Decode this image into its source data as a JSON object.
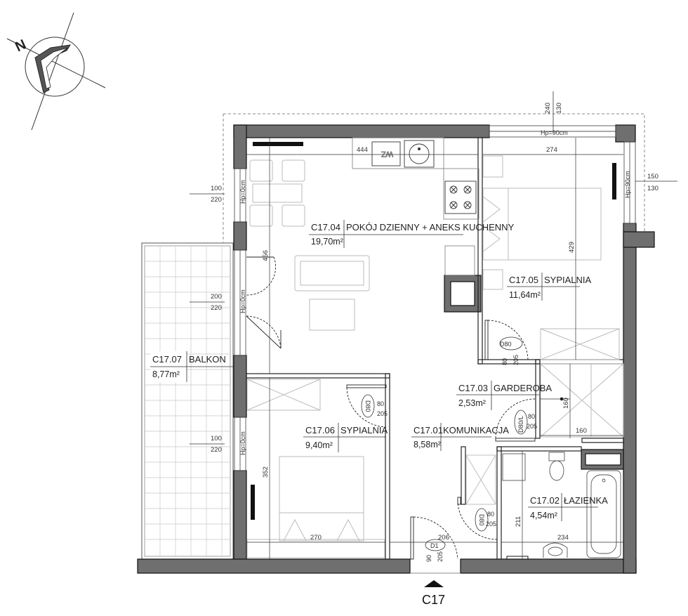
{
  "compass": {
    "label": "N"
  },
  "unit_code": "C17",
  "rooms": [
    {
      "id": "C17.04",
      "name": "POKÓJ DZIENNY + ANEKS KUCHENNY",
      "area": "19,70m²"
    },
    {
      "id": "C17.05",
      "name": "SYPIALNIA",
      "area": "11,64m²"
    },
    {
      "id": "C17.07",
      "name": "BALKON",
      "area": "8,77m²"
    },
    {
      "id": "C17.03",
      "name": "GARDEROBA",
      "area": "2,53m²"
    },
    {
      "id": "C17.06",
      "name": "SYPIALNIA",
      "area": "9,40m²"
    },
    {
      "id": "C17.01",
      "name": "KOMUNIKACJA",
      "area": "8,58m²"
    },
    {
      "id": "C17.02",
      "name": "ŁAZIENKA",
      "area": "4,54m²"
    }
  ],
  "windows": [
    {
      "top": "100",
      "bottom": "220",
      "hp": "Hp=0cm"
    },
    {
      "top": "200",
      "bottom": "220",
      "hp": "Hp=0cm"
    },
    {
      "top": "100",
      "bottom": "220",
      "hp": "Hp=0cm"
    },
    {
      "top": "240",
      "bottom": "130",
      "hp": "Hp=90cm"
    },
    {
      "top": "150",
      "bottom": "130",
      "hp": "Hp=90cm"
    }
  ],
  "dimensions": {
    "living_width": "444",
    "living_depth": "456",
    "bed1_width": "274",
    "bed1_depth": "429",
    "bed2_depth": "352",
    "bed2_width": "270",
    "hall_width": "206",
    "bath_width": "234",
    "bath_depth": "211",
    "ward_depth": "160",
    "ward_width": "160"
  },
  "doors": [
    {
      "label": "D80",
      "w": "80",
      "h": "205"
    },
    {
      "label": "D80",
      "w": "80",
      "h": "205"
    },
    {
      "label": "D80/L",
      "w": "80",
      "h": "205"
    },
    {
      "label": "D80",
      "w": "80",
      "h": "205"
    },
    {
      "label": "D1",
      "w": "90",
      "h": "205"
    }
  ],
  "wc_label": "WZ"
}
